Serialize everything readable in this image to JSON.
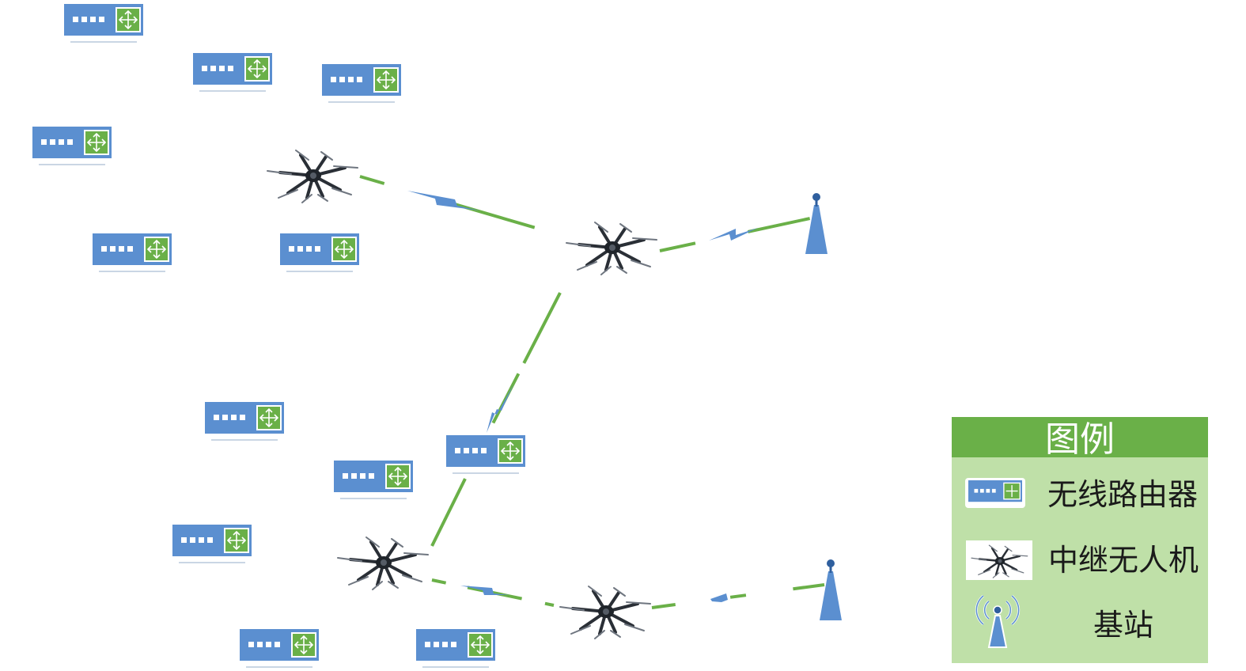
{
  "legend": {
    "title": "图例",
    "items": [
      {
        "icon": "wireless-router-icon",
        "label": "无线路由器"
      },
      {
        "icon": "relay-drone-icon",
        "label": "中继无人机"
      },
      {
        "icon": "base-station-icon",
        "label": "基站"
      }
    ]
  },
  "colors": {
    "router_blue": "#5b8fd0",
    "router_green": "#6ab048",
    "link_green": "#6ab048",
    "signal_blue": "#5b8fd0",
    "legend_header": "#6ab048",
    "legend_body": "#bfe0a8",
    "drone_dark": "#2a2f36"
  },
  "network": {
    "routers": [
      {
        "id": "r1",
        "cluster": "top"
      },
      {
        "id": "r2",
        "cluster": "top"
      },
      {
        "id": "r3",
        "cluster": "top"
      },
      {
        "id": "r4",
        "cluster": "top"
      },
      {
        "id": "r5",
        "cluster": "top"
      },
      {
        "id": "r6",
        "cluster": "top"
      },
      {
        "id": "r7",
        "cluster": "bottom"
      },
      {
        "id": "r8",
        "cluster": "bottom"
      },
      {
        "id": "r9",
        "cluster": "bottom"
      },
      {
        "id": "r10",
        "cluster": "bottom"
      },
      {
        "id": "r11",
        "cluster": "bottom"
      },
      {
        "id": "r12",
        "cluster": "bottom"
      }
    ],
    "drones": [
      {
        "id": "d1"
      },
      {
        "id": "d2"
      },
      {
        "id": "d3"
      },
      {
        "id": "d4"
      }
    ],
    "base_stations": [
      {
        "id": "b1"
      },
      {
        "id": "b2"
      }
    ],
    "links": [
      {
        "from": "d1",
        "to": "d2"
      },
      {
        "from": "d2",
        "to": "b1"
      },
      {
        "from": "d2",
        "to": "r12"
      },
      {
        "from": "r12",
        "to": "d3"
      },
      {
        "from": "d3",
        "to": "d4"
      },
      {
        "from": "d4",
        "to": "b2"
      }
    ]
  }
}
